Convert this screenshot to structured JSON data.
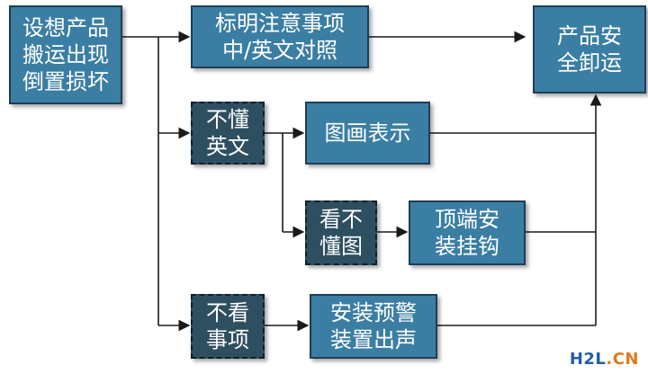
{
  "diagram": {
    "nodes": {
      "start": [
        "设想产品",
        "搬运出现",
        "倒置损坏"
      ],
      "label_notice": [
        "标明注意事项",
        "中/英文对照"
      ],
      "safe_unload": [
        "产品安",
        "全卸运"
      ],
      "no_english": [
        "不懂",
        "英文"
      ],
      "pictogram": [
        "图画表示"
      ],
      "no_pictogram": [
        "看不",
        "懂图"
      ],
      "top_hook": [
        "顶端安",
        "装挂钩"
      ],
      "not_read": [
        "不看",
        "事项"
      ],
      "alarm": [
        "安装预警",
        "装置出声"
      ]
    },
    "edges": [
      {
        "from": "start",
        "to": "label_notice"
      },
      {
        "from": "start",
        "to": "no_english"
      },
      {
        "from": "start",
        "to": "not_read"
      },
      {
        "from": "label_notice",
        "to": "safe_unload"
      },
      {
        "from": "no_english",
        "to": "pictogram"
      },
      {
        "from": "no_english",
        "to": "no_pictogram"
      },
      {
        "from": "pictogram",
        "to": "safe_unload"
      },
      {
        "from": "no_pictogram",
        "to": "top_hook"
      },
      {
        "from": "top_hook",
        "to": "safe_unload"
      },
      {
        "from": "not_read",
        "to": "alarm"
      },
      {
        "from": "alarm",
        "to": "safe_unload"
      }
    ]
  },
  "watermark": {
    "part1": "H2L",
    "part2": ".CN"
  },
  "colors": {
    "box_fill": "#3b7ea3",
    "box_dark_fill": "#2e4f60",
    "line": "#1a1a1a"
  }
}
